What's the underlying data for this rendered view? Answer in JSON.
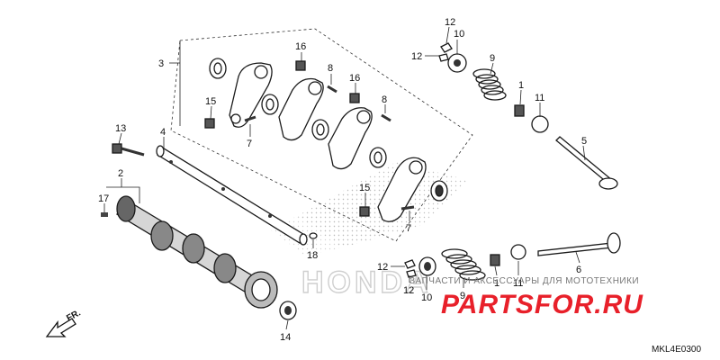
{
  "diagram": {
    "callouts": [
      {
        "id": "c12a",
        "label": "12"
      },
      {
        "id": "c10a",
        "label": "10"
      },
      {
        "id": "c12b",
        "label": "12"
      },
      {
        "id": "c9a",
        "label": "9"
      },
      {
        "id": "c1a",
        "label": "1"
      },
      {
        "id": "c11a",
        "label": "11"
      },
      {
        "id": "c5",
        "label": "5"
      },
      {
        "id": "c3",
        "label": "3"
      },
      {
        "id": "c16a",
        "label": "16"
      },
      {
        "id": "c8a",
        "label": "8"
      },
      {
        "id": "c16b",
        "label": "16"
      },
      {
        "id": "c8b",
        "label": "8"
      },
      {
        "id": "c15a",
        "label": "15"
      },
      {
        "id": "c7a",
        "label": "7"
      },
      {
        "id": "c13",
        "label": "13"
      },
      {
        "id": "c4",
        "label": "4"
      },
      {
        "id": "c2",
        "label": "2"
      },
      {
        "id": "c17",
        "label": "17"
      },
      {
        "id": "c15b",
        "label": "15"
      },
      {
        "id": "c7b",
        "label": "7"
      },
      {
        "id": "c18",
        "label": "18"
      },
      {
        "id": "c12c",
        "label": "12"
      },
      {
        "id": "c12d",
        "label": "12"
      },
      {
        "id": "c10b",
        "label": "10"
      },
      {
        "id": "c9b",
        "label": "9"
      },
      {
        "id": "c1b",
        "label": "1"
      },
      {
        "id": "c11b",
        "label": "11"
      },
      {
        "id": "c6",
        "label": "6"
      },
      {
        "id": "c14",
        "label": "14"
      }
    ],
    "direction_label": "FR.",
    "diagram_code": "MKL4E0300"
  },
  "watermark": {
    "brand": "PARTSFOR.RU",
    "tagline": "ЗАПЧАСТИ И АКСЕССУАРЫ ДЛЯ МОТОТЕХНИКИ",
    "underlay": "HONDA",
    "brand_color": "#e8202a"
  }
}
